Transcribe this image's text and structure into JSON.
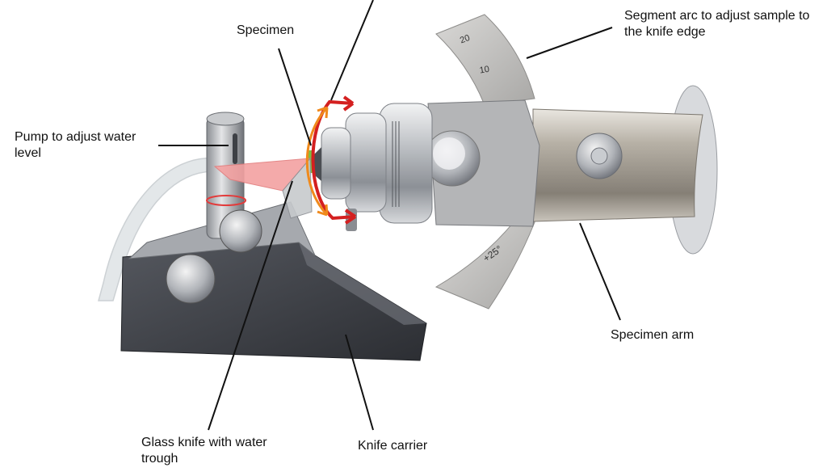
{
  "labels": {
    "specimen": "Specimen",
    "pump_line1": "Pump to adjust water",
    "pump_line2": "level",
    "segment_line1": "Segment arc to adjust sample to",
    "segment_line2": "the knife edge",
    "specimen_arm": "Specimen arm",
    "glass_knife_line1": "Glass knife with water",
    "glass_knife_line2": "trough",
    "knife_carrier": "Knife carrier"
  },
  "scale_marks": {
    "tick_20": "20",
    "tick_10": "10",
    "tick_plus25": "+25°"
  },
  "colors": {
    "leader_line": "#111111",
    "rotation_arrow_red": "#d42020",
    "rotation_arrow_orange": "#f08a1c",
    "knife_glass": "#f3a1a1",
    "specimen_tip": "#7bc043",
    "carrier_body": "#3a3d44",
    "metal": "#b9bcc0"
  }
}
